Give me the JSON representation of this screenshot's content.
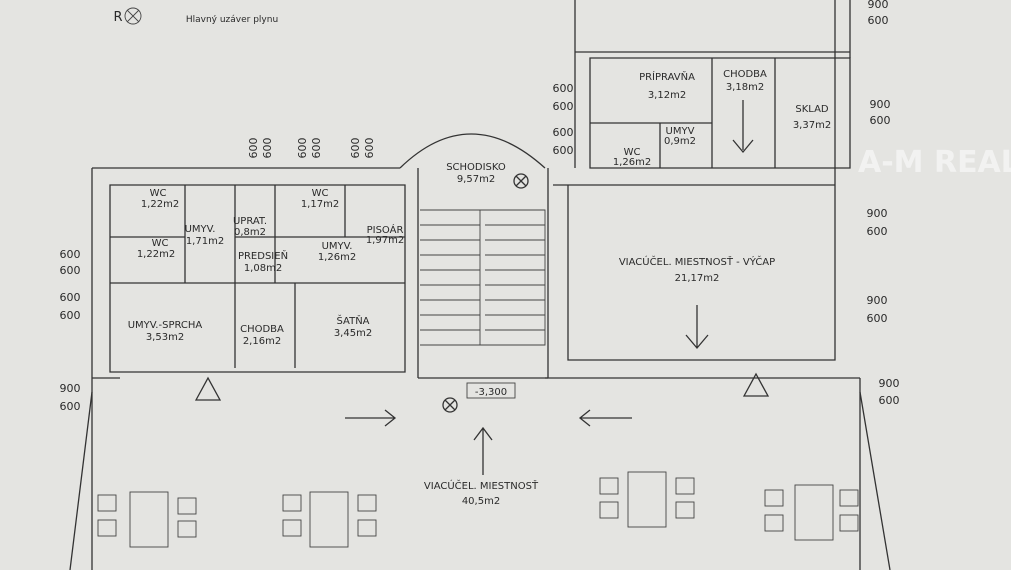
{
  "legend": {
    "symbol": "gas-valve-symbol",
    "text": "Hlavný uzáver plynu"
  },
  "watermark": "A-M REAL",
  "level_mark": "-3,300",
  "rooms": [
    {
      "name": "WC",
      "area": "1,22m2"
    },
    {
      "name": "UMYV.",
      "area": "1,71m2"
    },
    {
      "name": "UPRAT.",
      "area": "0,8m2"
    },
    {
      "name": "WC",
      "area": "1,17m2"
    },
    {
      "name": "PISOÁR",
      "area": "1,97m2"
    },
    {
      "name": "WC",
      "area": "1,22m2"
    },
    {
      "name": "PREDSIEŇ",
      "area": "1,08m2"
    },
    {
      "name": "UMYV.",
      "area": "1,26m2"
    },
    {
      "name": "UMYV.-SPRCHA",
      "area": "3,53m2"
    },
    {
      "name": "CHODBA",
      "area": "2,16m2"
    },
    {
      "name": "ŠATŇA",
      "area": "3,45m2"
    },
    {
      "name": "SCHODISKO",
      "area": "9,57m2"
    },
    {
      "name": "PRÍPRAVŇA",
      "area": "3,12m2"
    },
    {
      "name": "CHODBA",
      "area": "3,18m2"
    },
    {
      "name": "SKLAD",
      "area": "3,37m2"
    },
    {
      "name": "UMYV",
      "area": "0,9m2"
    },
    {
      "name": "WC",
      "area": "1,26m2"
    },
    {
      "name": "VIACÚČEL. MIESTNOSŤ - VÝČAP",
      "area": "21,17m2"
    },
    {
      "name": "VIACÚČEL. MIESTNOSŤ",
      "area": "40,5m2"
    }
  ],
  "window_dims": {
    "a": "600",
    "b": "900"
  }
}
